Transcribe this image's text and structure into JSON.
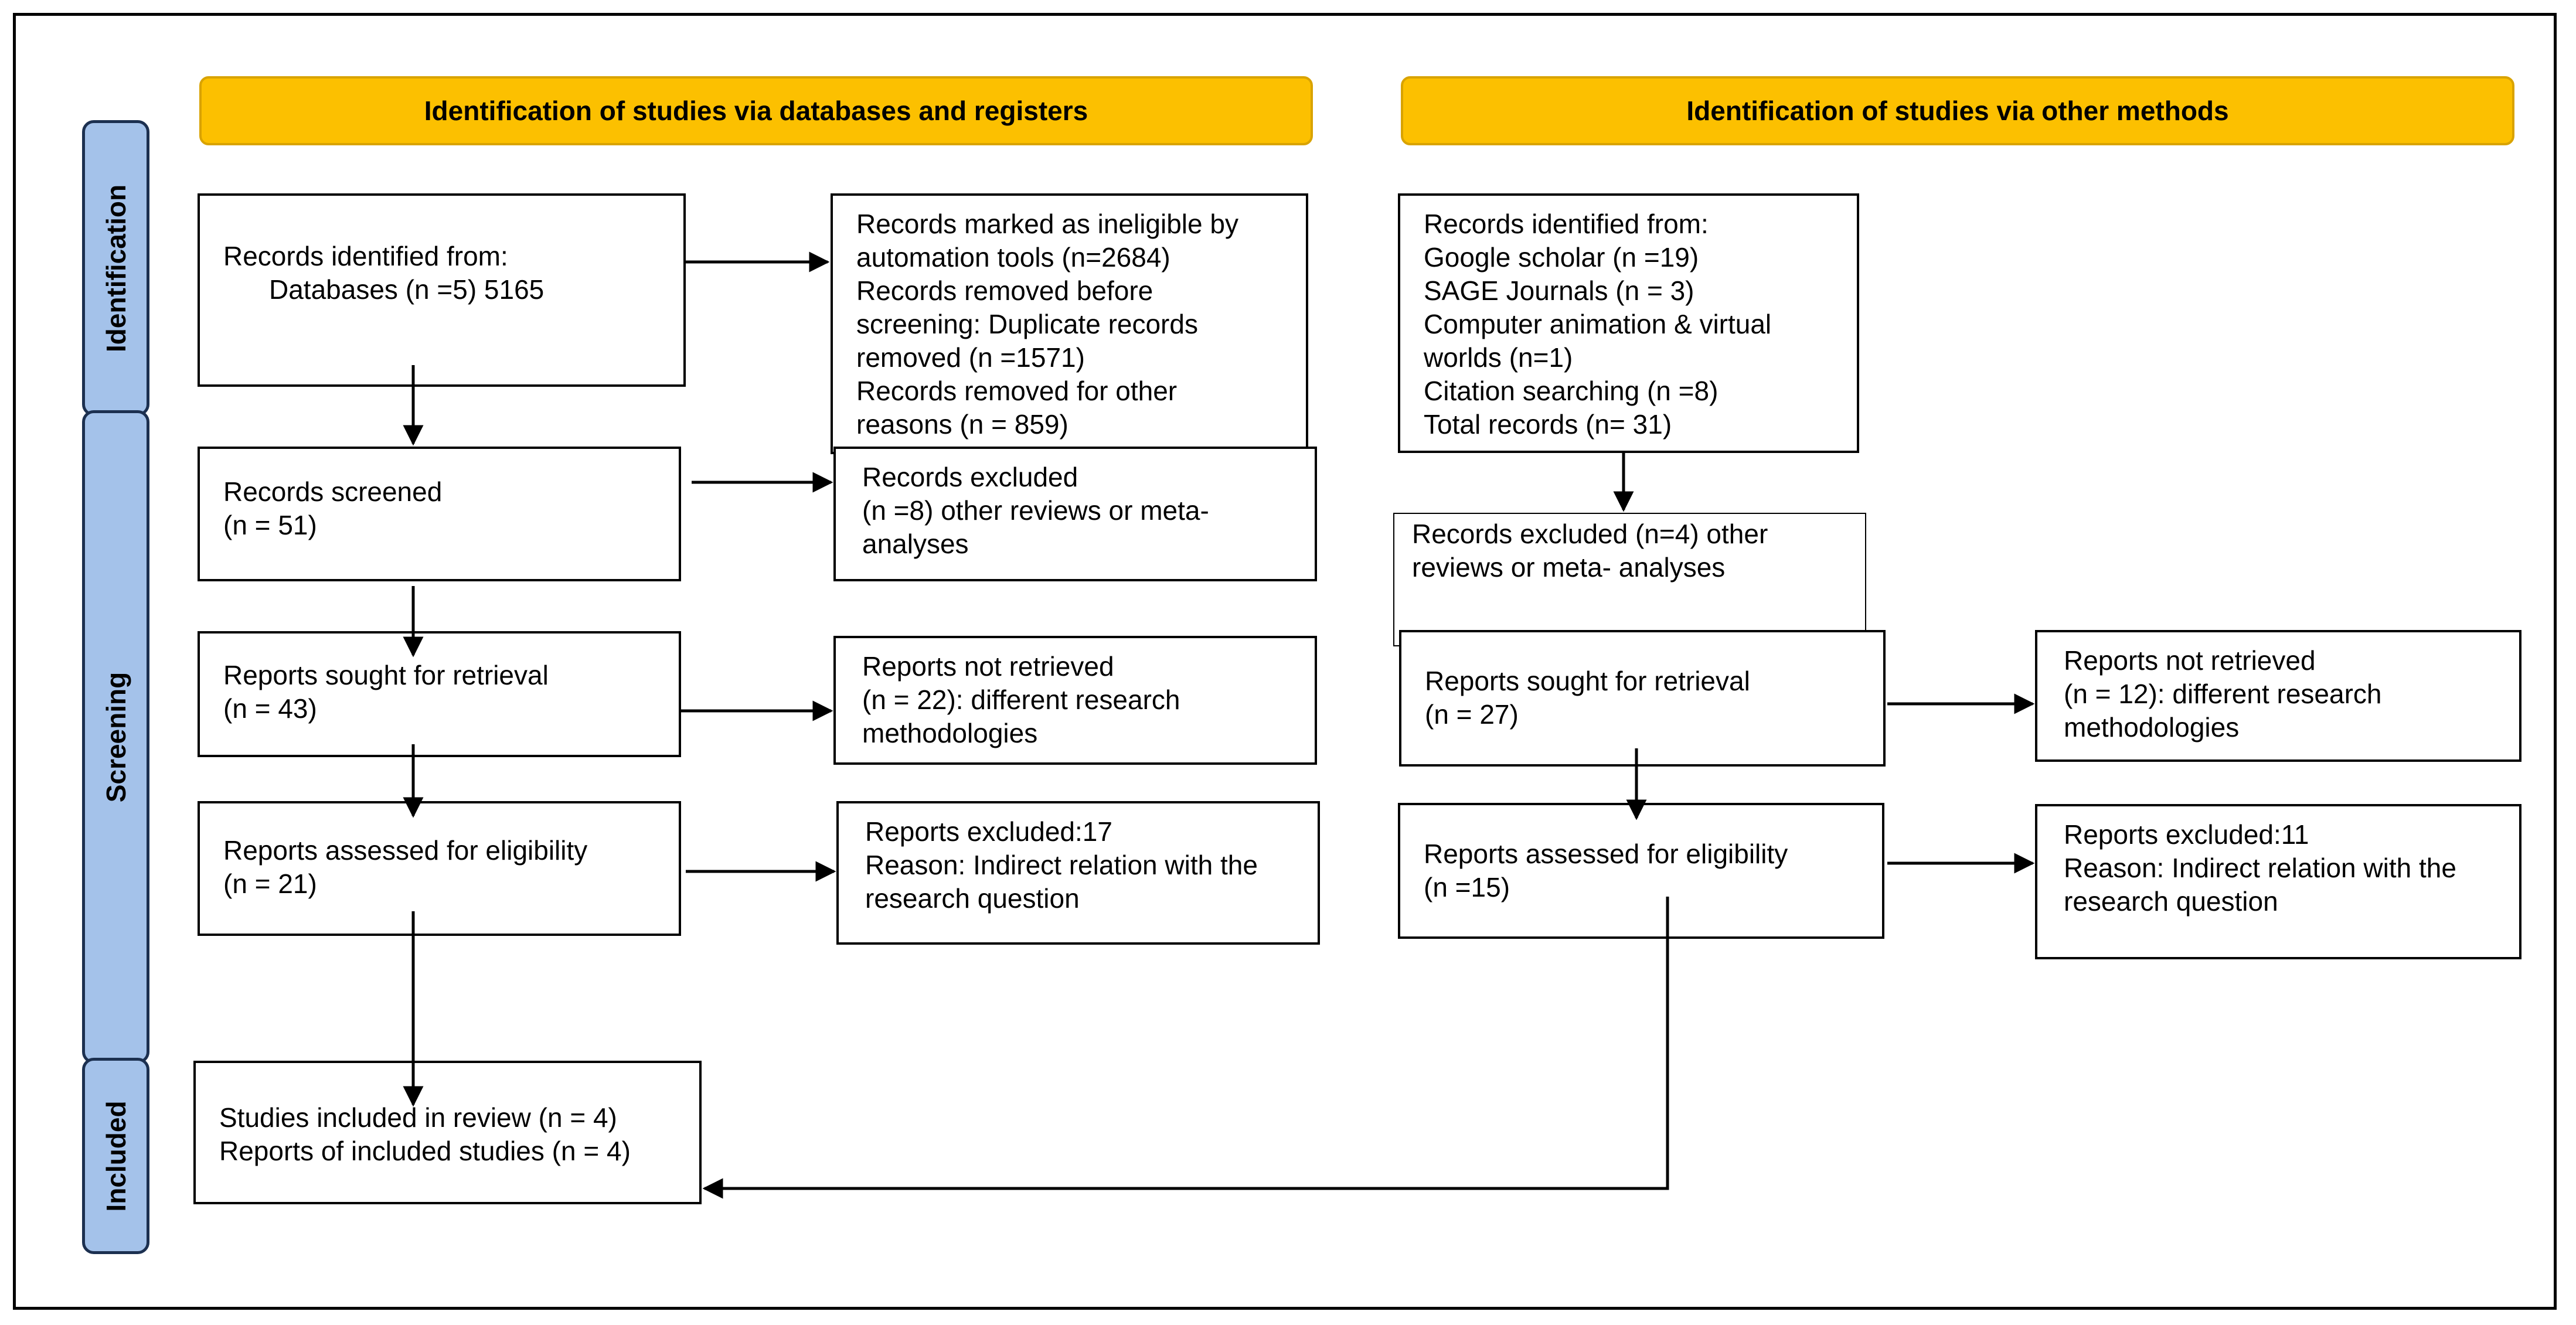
{
  "headers": {
    "databases": "Identification of studies via databases and registers",
    "other": "Identification of studies via other methods"
  },
  "phases": {
    "identification": "Identification",
    "screening": "Screening",
    "included": "Included"
  },
  "left": {
    "identified": [
      "Records identified from:",
      "Databases (n =5) 5165"
    ],
    "removed": [
      "Records marked as ineligible by",
      "automation tools (n=2684)",
      "Records removed before",
      "screening: Duplicate records",
      "removed (n =1571)",
      "Records removed for other",
      "reasons (n = 859)"
    ],
    "screened": [
      "Records screened",
      "(n = 51)"
    ],
    "excluded": [
      "Records excluded",
      "(n =8) other reviews or meta-",
      "analyses"
    ],
    "sought": [
      "Reports sought for retrieval",
      "(n = 43)"
    ],
    "not_retrieved": [
      "Reports not retrieved",
      "(n = 22): different research",
      "methodologies"
    ],
    "assessed": [
      "Reports assessed for eligibility",
      "(n = 21)"
    ],
    "reports_excluded": [
      "Reports excluded:17",
      "Reason: Indirect relation with the",
      "research question"
    ],
    "included": [
      "Studies included in review (n = 4)",
      "Reports of included studies (n = 4)"
    ]
  },
  "right": {
    "identified": [
      "Records identified from:",
      "Google scholar (n =19)",
      "SAGE Journals (n = 3)",
      "Computer animation & virtual",
      "worlds (n=1)",
      "Citation searching (n =8)",
      "Total records (n= 31)"
    ],
    "excluded": [
      "Records excluded (n=4) other",
      "reviews or meta- analyses"
    ],
    "sought": [
      "Reports sought for retrieval",
      "(n = 27)"
    ],
    "not_retrieved": [
      "Reports not retrieved",
      "(n = 12): different research",
      "methodologies"
    ],
    "assessed": [
      "Reports assessed for eligibility",
      "(n =15)"
    ],
    "reports_excluded": [
      "Reports excluded:11",
      "Reason: Indirect relation with the",
      "research question"
    ]
  }
}
